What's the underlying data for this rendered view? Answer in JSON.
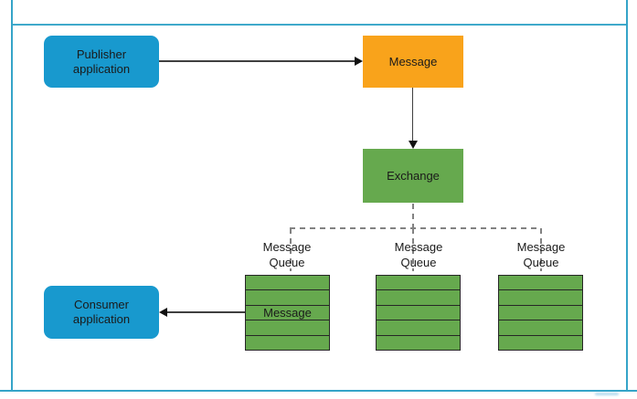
{
  "colors": {
    "node_blue": "#1899ce",
    "node_orange": "#f9a31b",
    "node_green": "#66a94e",
    "frame": "#35a4c8",
    "line": "#3f3f3f",
    "dash": "#828282",
    "stripe_border": "#262626"
  },
  "nodes": {
    "publisher": {
      "label": "Publisher\napplication"
    },
    "message": {
      "label": "Message"
    },
    "exchange": {
      "label": "Exchange"
    },
    "consumer": {
      "label": "Consumer\napplication"
    }
  },
  "queues": [
    {
      "label": "Message\nQueue",
      "slots": [
        "",
        "",
        "Message",
        "",
        ""
      ]
    },
    {
      "label": "Message\nQueue",
      "slots": [
        "",
        "",
        "",
        "",
        ""
      ]
    },
    {
      "label": "Message\nQueue",
      "slots": [
        "",
        "",
        "",
        "",
        ""
      ]
    }
  ]
}
